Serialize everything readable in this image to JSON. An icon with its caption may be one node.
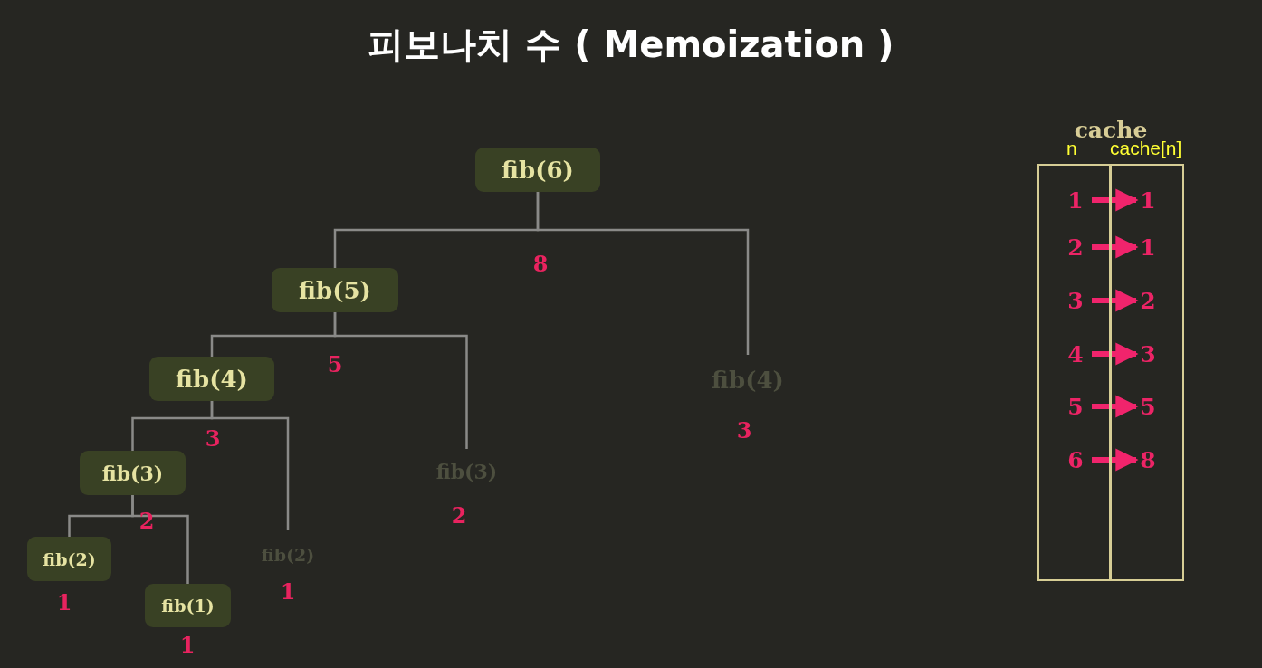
{
  "diagram": {
    "title": "피보나치 수 ( Memoization )",
    "nodes": [
      {
        "text": [
          "fib(6)"
        ],
        "beside": [
          "8"
        ]
      },
      {
        "text": [
          "fib(5)"
        ],
        "beside": [
          "5"
        ]
      },
      {
        "text": [
          "fib(4)"
        ],
        "beside": [
          "3"
        ]
      },
      {
        "text": [
          "fib(4)"
        ],
        "beside": [
          "3"
        ]
      },
      {
        "text": [
          "fib(3)"
        ],
        "beside": [
          "2"
        ]
      },
      {
        "text": [
          "fib(3)"
        ],
        "beside": [
          "2"
        ]
      },
      {
        "text": [
          "fib(2)"
        ],
        "beside": [
          "1"
        ]
      },
      {
        "text": [
          "fib(2)"
        ],
        "beside": [
          "1"
        ]
      },
      {
        "text": [
          "fib(1)"
        ],
        "beside": [
          "1"
        ]
      },
      {
        "text": [
          "cache"
        ]
      },
      {
        "text": [
          "1"
        ],
        "in": 9
      },
      {
        "text": [
          "1"
        ],
        "in": 9
      },
      {
        "text": [
          "2"
        ],
        "in": 9
      },
      {
        "text": [
          "1"
        ],
        "in": 9
      },
      {
        "text": [
          "3"
        ],
        "in": 9
      },
      {
        "text": [
          "2"
        ],
        "in": 9
      },
      {
        "text": [
          "4"
        ],
        "in": 9
      },
      {
        "text": [
          "3"
        ],
        "in": 9
      },
      {
        "text": [
          "5"
        ],
        "in": 9
      },
      {
        "text": [
          "5"
        ],
        "in": 9
      },
      {
        "text": [
          "6"
        ],
        "in": 9
      },
      {
        "text": [
          "8"
        ],
        "in": 9
      }
    ],
    "edges": [
      {
        "from": 0,
        "to": 1,
        "arrow": "none"
      },
      {
        "from": 0,
        "to": 3,
        "arrow": "none"
      },
      {
        "from": 1,
        "to": 2,
        "arrow": "none"
      },
      {
        "from": 1,
        "to": 5,
        "arrow": "none"
      },
      {
        "from": 2,
        "to": 4,
        "arrow": "none"
      },
      {
        "from": 2,
        "to": 7,
        "arrow": "none"
      },
      {
        "from": 4,
        "to": 6,
        "arrow": "none"
      },
      {
        "from": 4,
        "to": 8,
        "arrow": "none"
      },
      {
        "from": 10,
        "to": 11,
        "arrow": "to",
        "style": "thick",
        "color": "#f0246c"
      },
      {
        "from": 12,
        "to": 13,
        "arrow": "to",
        "style": "thick",
        "color": "#f0246c"
      },
      {
        "from": 14,
        "to": 15,
        "arrow": "to",
        "style": "thick",
        "color": "#f0246c"
      },
      {
        "from": 16,
        "to": 17,
        "arrow": "to",
        "style": "thick",
        "color": "#f0246c"
      },
      {
        "from": 18,
        "to": 19,
        "arrow": "to",
        "style": "thick",
        "color": "#f0246c"
      },
      {
        "from": 20,
        "to": 21,
        "arrow": "to",
        "style": "thick",
        "color": "#f0246c"
      }
    ],
    "labels": [
      "n",
      "cache[n]"
    ]
  }
}
